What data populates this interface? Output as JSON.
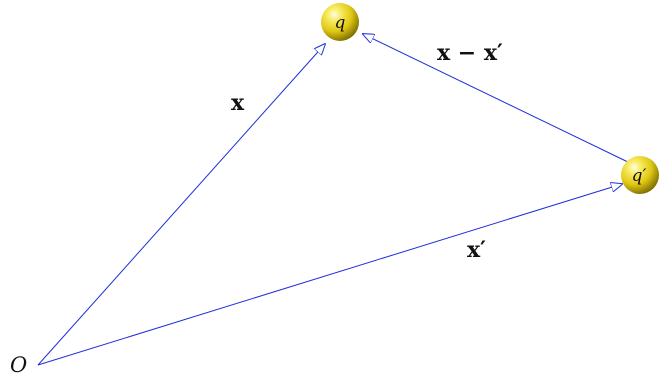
{
  "points": {
    "origin_label": "O",
    "q_label": "q",
    "q_prime_label": "q′"
  },
  "vectors": {
    "x_label": "x",
    "x_prime_label": "x′",
    "difference_label": "x − x′"
  },
  "colors": {
    "vector_line": "#1f2fd9",
    "sphere_light": "#fffde0",
    "sphere_mid": "#e8d41a",
    "sphere_dark": "#8c7a00",
    "text": "#111111"
  }
}
